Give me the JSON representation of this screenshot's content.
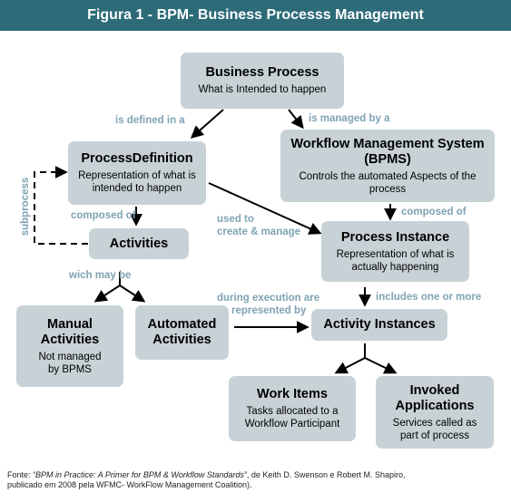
{
  "title": "Figura 1 - BPM- Business Processs Management",
  "boxes": {
    "business_process": {
      "title": "Business Process",
      "sub": "What is Intended to happen"
    },
    "process_definition": {
      "title": "ProcessDefinition",
      "sub": "Representation of what is intended to happen"
    },
    "wfms": {
      "title": "Workflow Management System (BPMS)",
      "sub": "Controls the automated Aspects of the process"
    },
    "activities": {
      "title": "Activities"
    },
    "process_instance": {
      "title": "Process Instance",
      "sub": "Representation of what is actually happening"
    },
    "manual_activities": {
      "title": "Manual Activities",
      "sub": "Not managed by BPMS"
    },
    "automated_activities": {
      "title": "Automated Activities"
    },
    "activity_instances": {
      "title": "Activity Instances"
    },
    "work_items": {
      "title": "Work Items",
      "sub": "Tasks allocated to a Workflow Participant"
    },
    "invoked_applications": {
      "title": "Invoked Applications",
      "sub": "Services called as part of process"
    }
  },
  "labels": {
    "is_defined_in": "is defined in a",
    "is_managed_by": "is managed by a",
    "subprocess": "subprocess",
    "composed_of_left": "composed of",
    "used_to": "used to",
    "create_manage": "create & manage",
    "composed_of_right": "composed of",
    "wich_may_be": "wich may be",
    "includes": "includes one or more",
    "during_execution": "during execution are",
    "represented_by": "represented by"
  },
  "footer": {
    "prefix": "Fonte: ",
    "citation": "“BPM in Practice: A Primer for BPM & Workflow Standards”",
    "suffix": ", de Keith D. Swenson e Robert M. Shapiro,",
    "line2": "publicado em 2008 pela WFMC- WorkFlow Management Coalition)."
  }
}
